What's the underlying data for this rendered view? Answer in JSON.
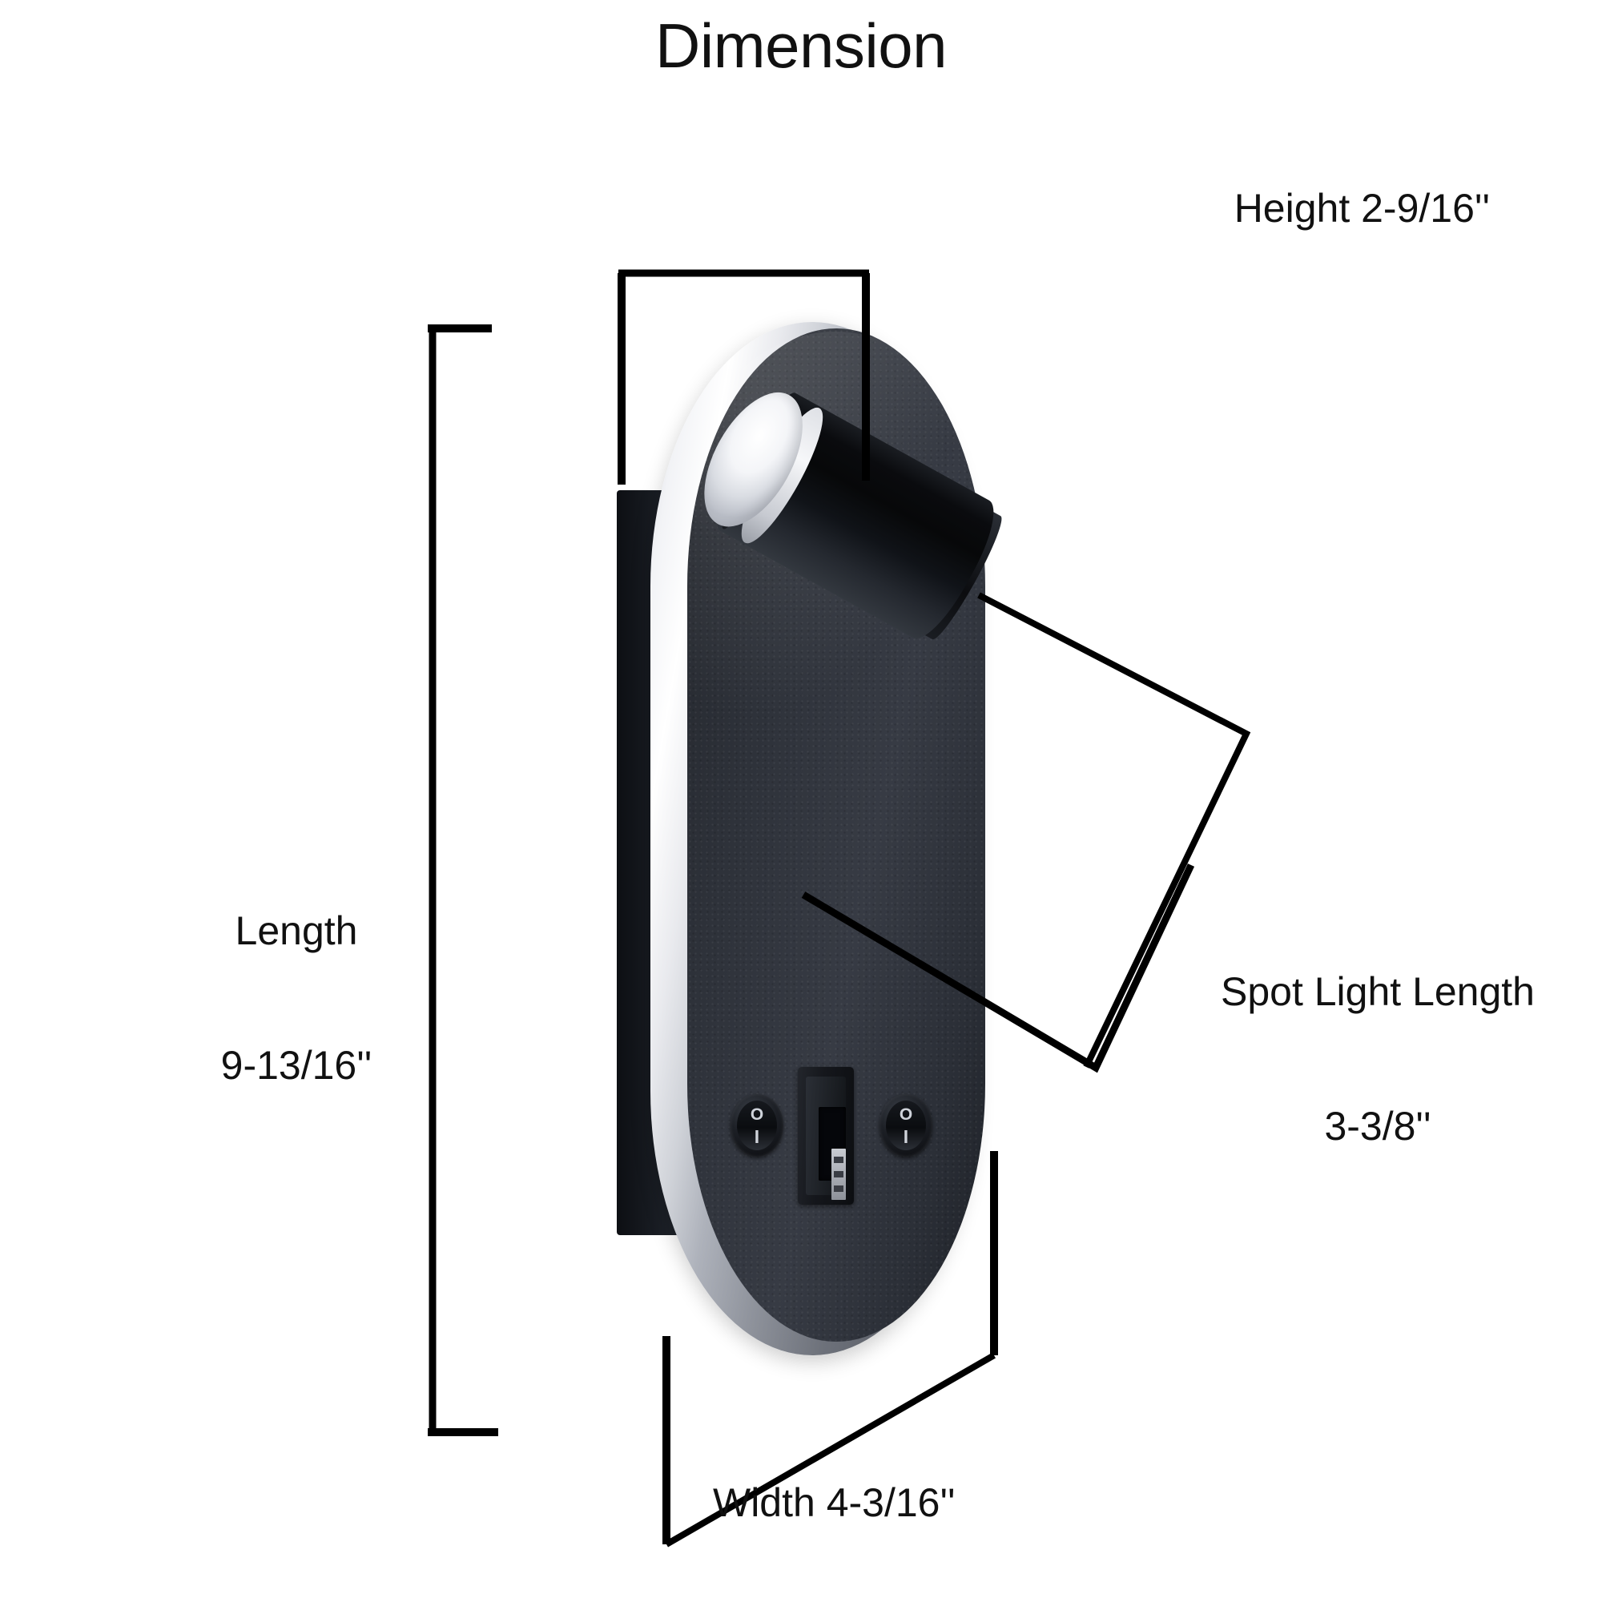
{
  "title": "Dimension",
  "dimensions": {
    "height": {
      "label": "Height 2-9/16''",
      "name": "Height",
      "value": "2-9/16''"
    },
    "length": {
      "name": "Length",
      "value": "9-13/16''"
    },
    "spot_light": {
      "name": "Spot Light Length",
      "value": "3-3/8''"
    },
    "width": {
      "label": "Width 4-3/16''",
      "name": "Width",
      "value": "4-3/16''"
    }
  },
  "product": {
    "type": "wall-mounted reading light sconce",
    "body_color": "#2e323a",
    "halo_color": "#ffffff",
    "accent_ring_color": "#f1f2f5",
    "controls": {
      "left_switch": {
        "off_mark": "O",
        "on_mark": "I"
      },
      "right_switch": {
        "off_mark": "O",
        "on_mark": "I"
      },
      "usb_port": "USB-A"
    }
  },
  "line_color": "#000000"
}
